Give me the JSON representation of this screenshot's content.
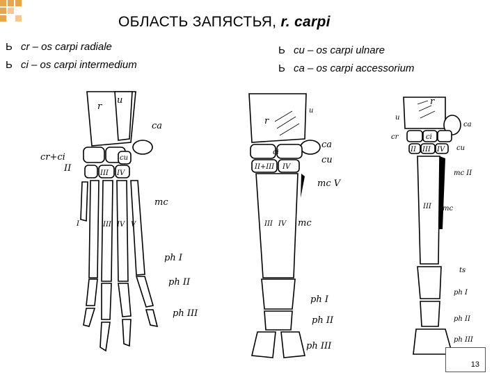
{
  "title": {
    "main": "ОБЛАСТЬ ЗАПЯСТЬЯ,",
    "latin": "r. carpi"
  },
  "legend_left": [
    {
      "bullet": "Ь",
      "text": "cr – os carpi radiale"
    },
    {
      "bullet": "Ь",
      "text": "ci – os carpi intermedium"
    }
  ],
  "legend_right": [
    {
      "bullet": "Ь",
      "text": "cu – os carpi ulnare"
    },
    {
      "bullet": "Ь",
      "text": "ca – os carpi accessorium"
    }
  ],
  "figure_labels": {
    "left": {
      "r": "r",
      "u": "u",
      "ca": "ca",
      "cr_ci": "cr+ci",
      "cu": "cu",
      "II": "II",
      "III": "III",
      "IV": "IV",
      "mc": "mc",
      "I": "I",
      "III_b": "III",
      "IV_b": "IV",
      "V": "V",
      "ph1": "ph I",
      "ph2": "ph II",
      "ph3": "ph III"
    },
    "middle": {
      "r": "r",
      "u": "u",
      "ca": "ca",
      "cu": "cu",
      "ci": "ci",
      "II_III": "II+III",
      "IV": "IV",
      "mcV": "mc V",
      "III": "III",
      "IV_b": "IV",
      "mc": "mc",
      "ph1": "ph I",
      "ph2": "ph II",
      "ph3": "ph III"
    },
    "right": {
      "r": "r",
      "u": "u",
      "ca": "ca",
      "cr": "cr",
      "ci": "ci",
      "cu": "cu",
      "II": "II",
      "III": "III",
      "IV": "IV",
      "mcII": "mc II",
      "III_b": "III",
      "mc": "mc",
      "ts": "ts",
      "ph1": "ph I",
      "ph2": "ph II",
      "ph3": "ph III"
    }
  },
  "page_number": "13",
  "colors": {
    "accent": "#e8a64a"
  }
}
